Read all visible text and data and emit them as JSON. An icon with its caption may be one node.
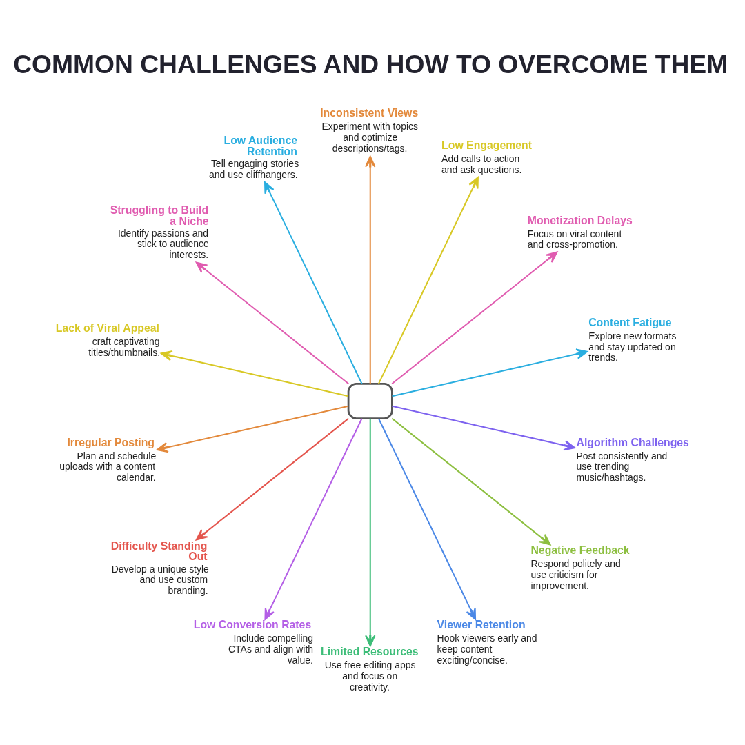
{
  "diagram": {
    "title": "COMMON CHALLENGES AND HOW TO OVERCOME THEM",
    "nodes": [
      {
        "text": [],
        "shape": "box"
      },
      {
        "text": [
          "Inconsistent Views",
          "Experiment with topics and optimize descriptions/tags."
        ]
      },
      {
        "text": [
          "Low Engagement",
          "Add calls to action and ask questions."
        ]
      },
      {
        "text": [
          "Monetization Delays",
          "Focus on viral content and cross-promotion."
        ]
      },
      {
        "text": [
          "Content Fatigue",
          "Explore new formats and stay updated on trends."
        ]
      },
      {
        "text": [
          "Algorithm Challenges",
          "Post consistently and use trending music/hashtags."
        ]
      },
      {
        "text": [
          "Negative Feedback",
          "Respond politely and use criticism for improvement."
        ]
      },
      {
        "text": [
          "Viewer Retention",
          "Hook viewers early and keep content exciting/concise."
        ]
      },
      {
        "text": [
          "Limited Resources",
          "Use free editing apps and focus on creativity."
        ]
      },
      {
        "text": [
          "Low Conversion Rates",
          "Include compelling CTAs and align with value."
        ]
      },
      {
        "text": [
          "Difficulty Standing Out",
          "Develop a unique style and use custom branding."
        ]
      },
      {
        "text": [
          "Irregular Posting",
          "Plan and schedule uploads with a content calendar."
        ]
      },
      {
        "text": [
          "Lack of Viral Appeal",
          "craft captivating titles/thumbnails."
        ]
      },
      {
        "text": [
          "Struggling to Build a Niche",
          "Identify passions and stick to audience interests."
        ]
      },
      {
        "text": [
          "Low Audience Retention",
          "Tell engaging stories and use cliffhangers."
        ]
      }
    ],
    "edges": [
      {
        "from": 0,
        "to": 1,
        "arrow": "to",
        "color": "#e3893b"
      },
      {
        "from": 0,
        "to": 2,
        "arrow": "to",
        "color": "#d8c825"
      },
      {
        "from": 0,
        "to": 3,
        "arrow": "to",
        "color": "#e05cb0"
      },
      {
        "from": 0,
        "to": 4,
        "arrow": "to",
        "color": "#2aaee0"
      },
      {
        "from": 0,
        "to": 5,
        "arrow": "to",
        "color": "#7d62ef"
      },
      {
        "from": 0,
        "to": 6,
        "arrow": "to",
        "color": "#8dbf40"
      },
      {
        "from": 0,
        "to": 7,
        "arrow": "to",
        "color": "#4b88e6"
      },
      {
        "from": 0,
        "to": 8,
        "arrow": "to",
        "color": "#3dbd78"
      },
      {
        "from": 0,
        "to": 9,
        "arrow": "to",
        "color": "#b45fe6"
      },
      {
        "from": 0,
        "to": 10,
        "arrow": "to",
        "color": "#e4554d"
      },
      {
        "from": 0,
        "to": 11,
        "arrow": "to",
        "color": "#e3893b"
      },
      {
        "from": 0,
        "to": 12,
        "arrow": "to",
        "color": "#d8c825"
      },
      {
        "from": 0,
        "to": 13,
        "arrow": "to",
        "color": "#e05cb0"
      },
      {
        "from": 0,
        "to": 14,
        "arrow": "to",
        "color": "#2aaee0"
      }
    ]
  }
}
